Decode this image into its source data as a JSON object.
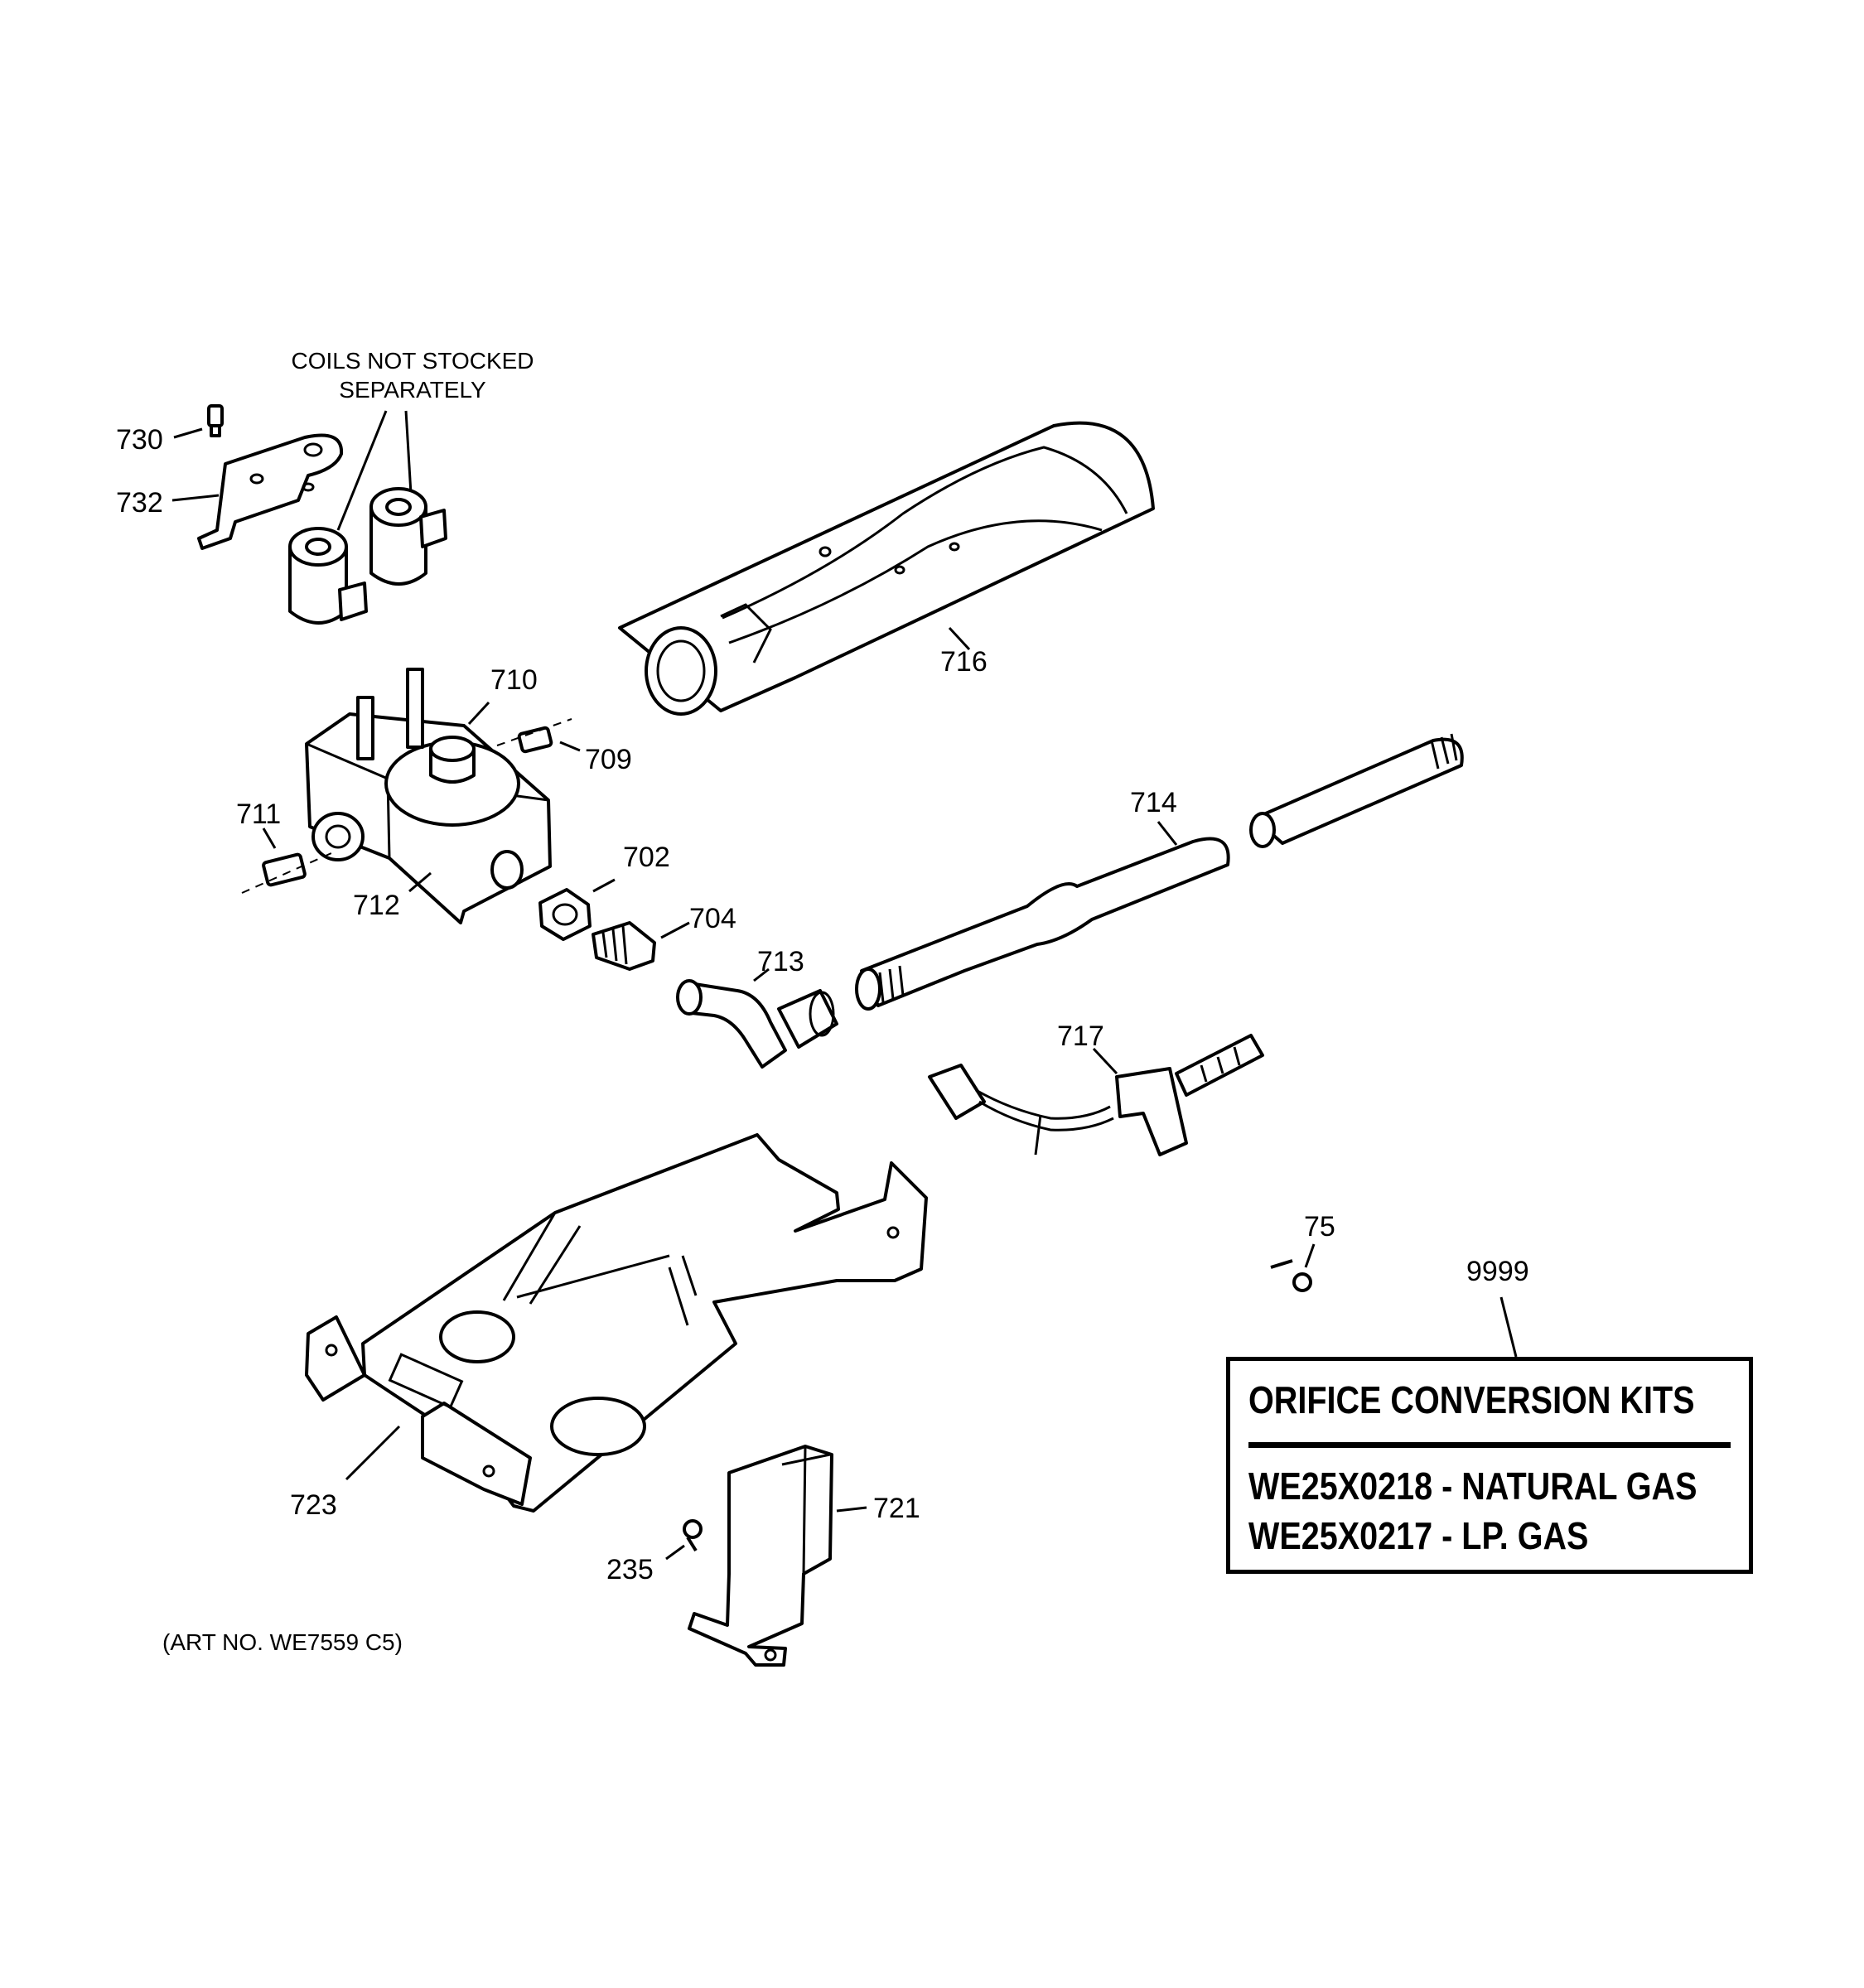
{
  "note": {
    "line1": "COILS NOT STOCKED",
    "line2": "SEPARATELY"
  },
  "labels": {
    "p730": "730",
    "p732": "732",
    "p710": "710",
    "p709": "709",
    "p711": "711",
    "p712": "712",
    "p702": "702",
    "p704": "704",
    "p713": "713",
    "p714": "714",
    "p716": "716",
    "p717": "717",
    "p75": "75",
    "p9999": "9999",
    "p723": "723",
    "p721": "721",
    "p235": "235"
  },
  "art_no": "(ART NO. WE7559 C5)",
  "kits": {
    "title": "ORIFICE CONVERSION KITS",
    "natural": "WE25X0218 - NATURAL GAS",
    "lp": "WE25X0217 - LP. GAS"
  }
}
